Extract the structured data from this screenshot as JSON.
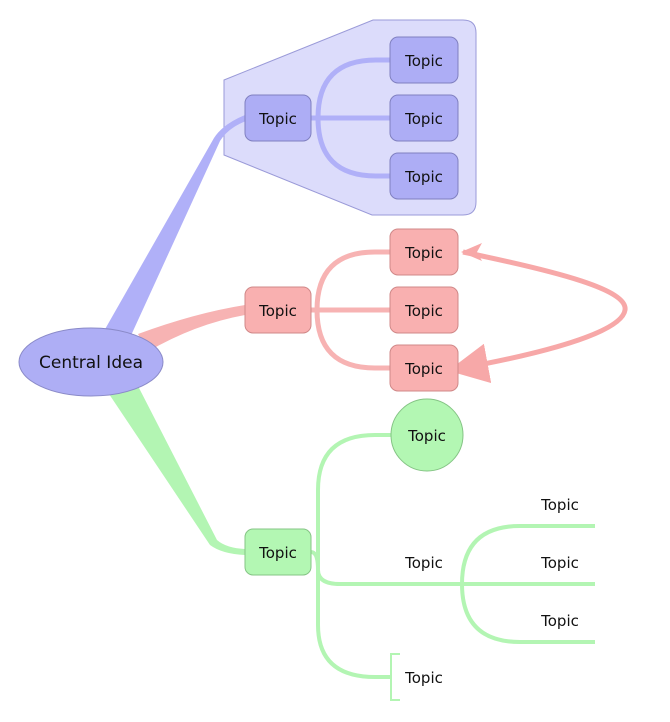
{
  "central": {
    "label": "Central Idea",
    "fill": "#aeaef5",
    "stroke": "#8a8ac8"
  },
  "branches": [
    {
      "color": "#b0b0f8",
      "node_fill": "#adadf5",
      "node_stroke": "#8080c0",
      "boundary_fill": "#dcdcfb",
      "label": "Topic",
      "children": [
        "Topic",
        "Topic",
        "Topic"
      ]
    },
    {
      "color": "#f7b3b3",
      "node_fill": "#f9b0b0",
      "node_stroke": "#d08888",
      "relationship_color": "#f7a8a8",
      "label": "Topic",
      "children": [
        "Topic",
        "Topic",
        "Topic"
      ]
    },
    {
      "color": "#b3f5b3",
      "node_fill": "#b3f7b3",
      "node_stroke": "#85c485",
      "label": "Topic",
      "children": [
        {
          "label": "Topic"
        },
        {
          "label": "Topic",
          "children": [
            "Topic",
            "Topic",
            "Topic"
          ]
        },
        {
          "label": "Topic"
        }
      ]
    }
  ]
}
